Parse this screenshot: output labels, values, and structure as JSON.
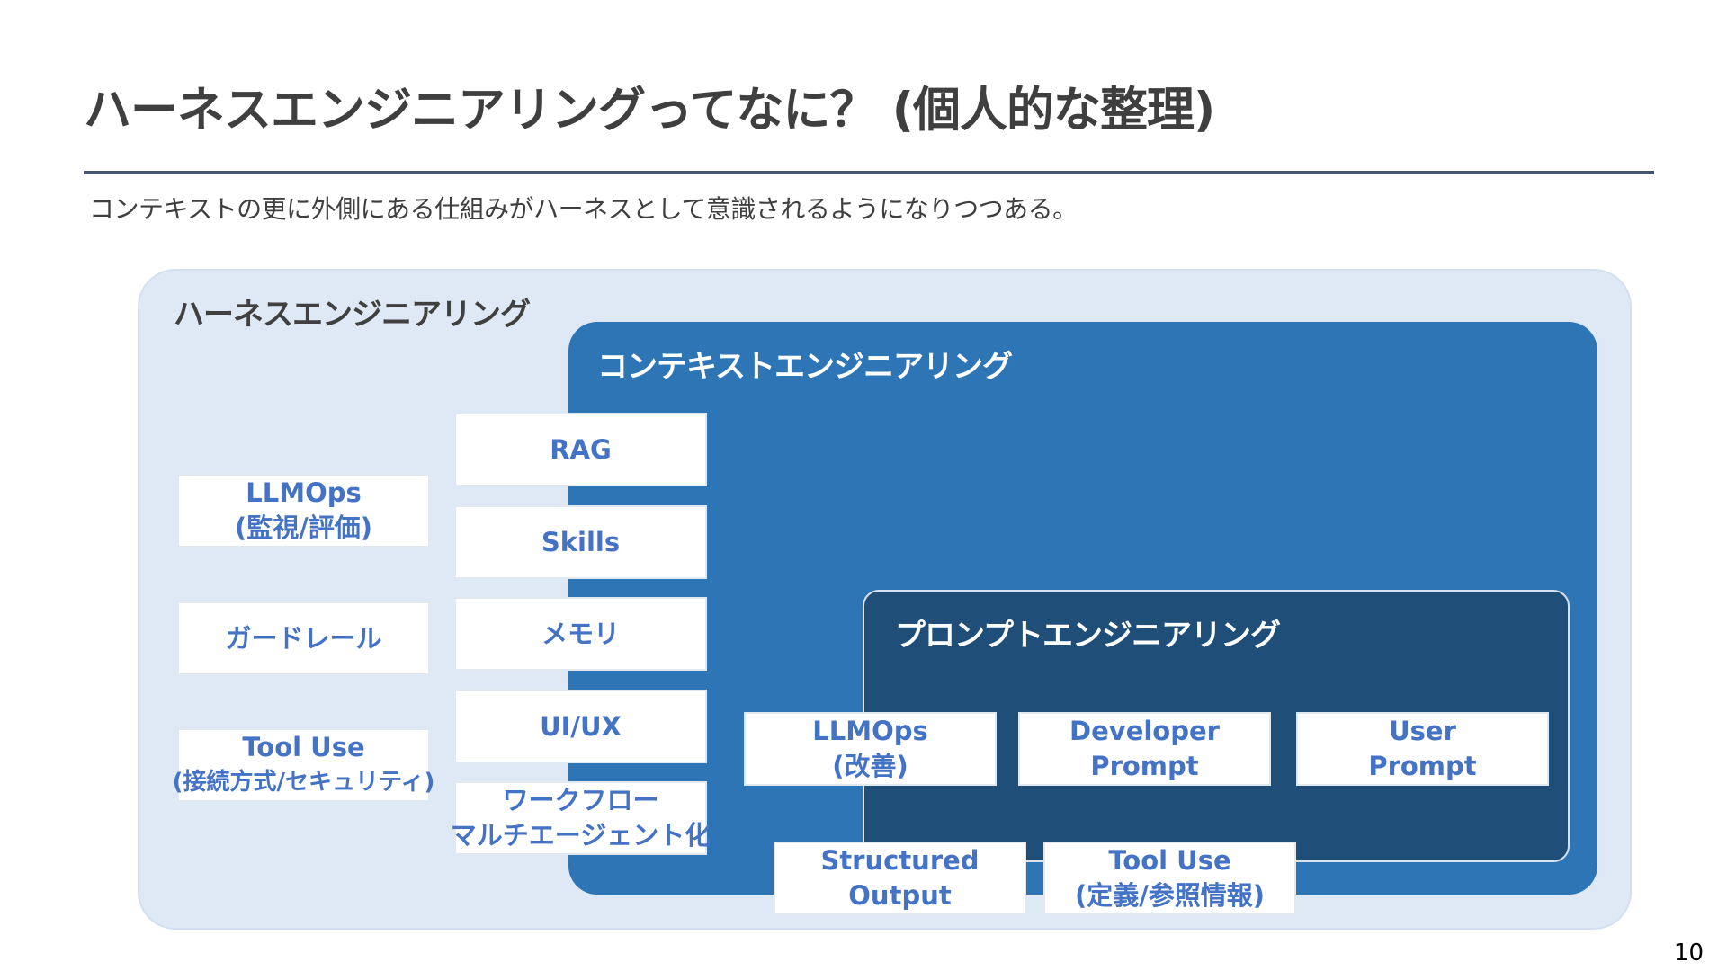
{
  "slide": {
    "title": "ハーネスエンジニアリングってなに？ (個人的な整理)",
    "subtitle": "コンテキストの更に外側にある仕組みがハーネスとして意識されるようになりつつある。",
    "page_number": "10"
  },
  "harness": {
    "label": "ハーネスエンジニアリング",
    "items": [
      {
        "line1": "LLMOps",
        "line2": "(監視/評価)"
      },
      {
        "line1": "ガードレール"
      },
      {
        "line1": "Tool Use",
        "line2": "(接続方式/セキュリティ)"
      }
    ]
  },
  "context": {
    "label": "コンテキストエンジニアリング",
    "items": [
      {
        "line1": "RAG"
      },
      {
        "line1": "Skills"
      },
      {
        "line1": "メモリ"
      },
      {
        "line1": "UI/UX"
      },
      {
        "line1": "ワークフロー",
        "line2": "マルチエージェント化"
      },
      {
        "line1": "Structured",
        "line2": "Output"
      },
      {
        "line1": "Tool Use",
        "line2": "(定義/参照情報)"
      }
    ]
  },
  "prompt": {
    "label": "プロンプトエンジニアリング",
    "items": [
      {
        "line1": "LLMOps",
        "line2": "(改善)"
      },
      {
        "line1": "Developer",
        "line2": "Prompt"
      },
      {
        "line1": "User",
        "line2": "Prompt"
      }
    ]
  },
  "colors": {
    "harness_bg": "#dfe9f5",
    "context_bg": "#2e75b6",
    "prompt_bg": "#1f4e79",
    "card_text": "#4472c4",
    "rule": "#44546a"
  }
}
